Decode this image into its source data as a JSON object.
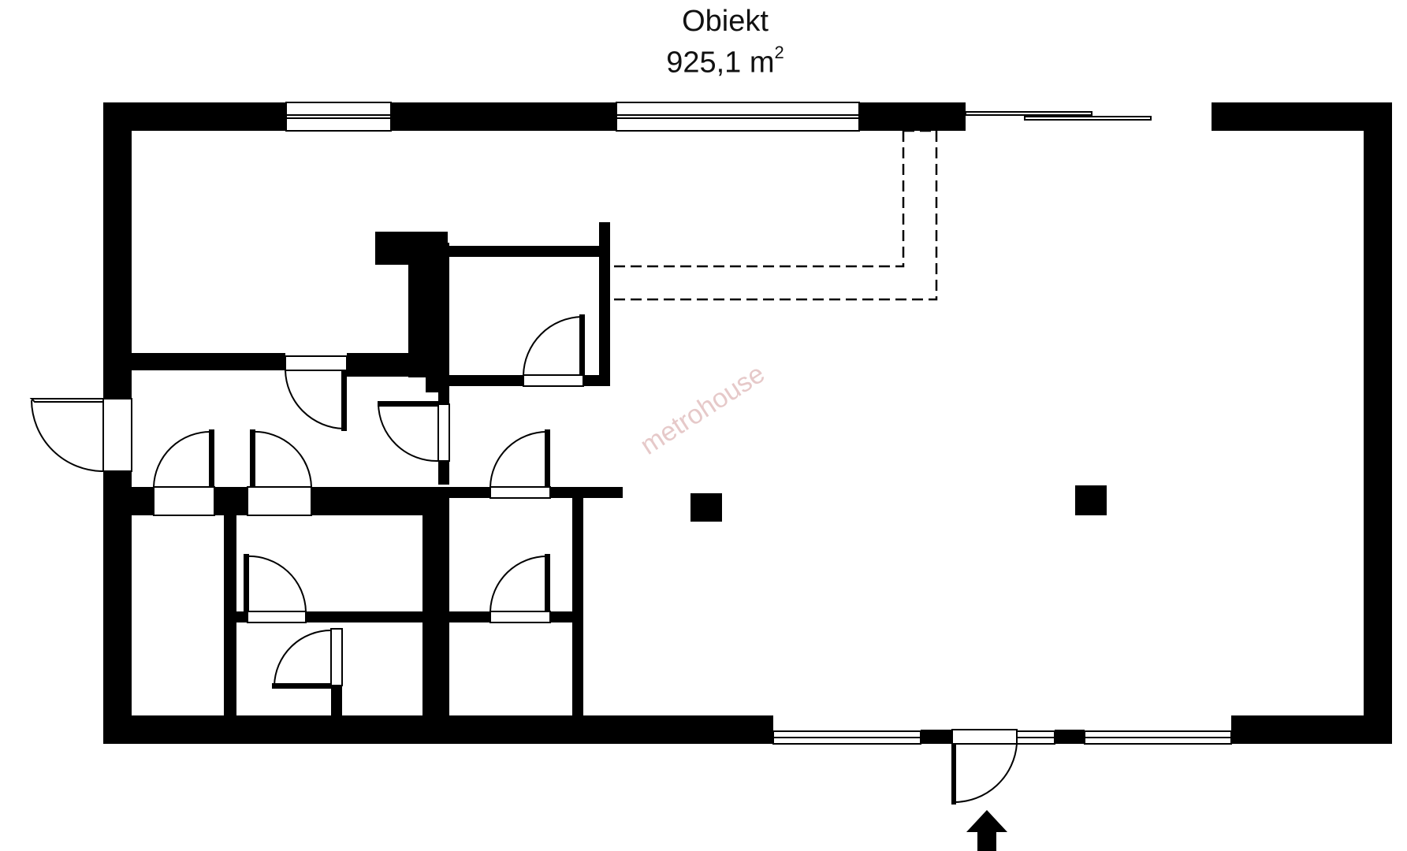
{
  "title": {
    "name": "Obiekt",
    "area_value": "925,1 m",
    "area_unit_exp": "2"
  },
  "watermark": "metrohouse",
  "colors": {
    "wall": "#000000",
    "background": "#ffffff",
    "watermark": "#e6c9c9"
  }
}
